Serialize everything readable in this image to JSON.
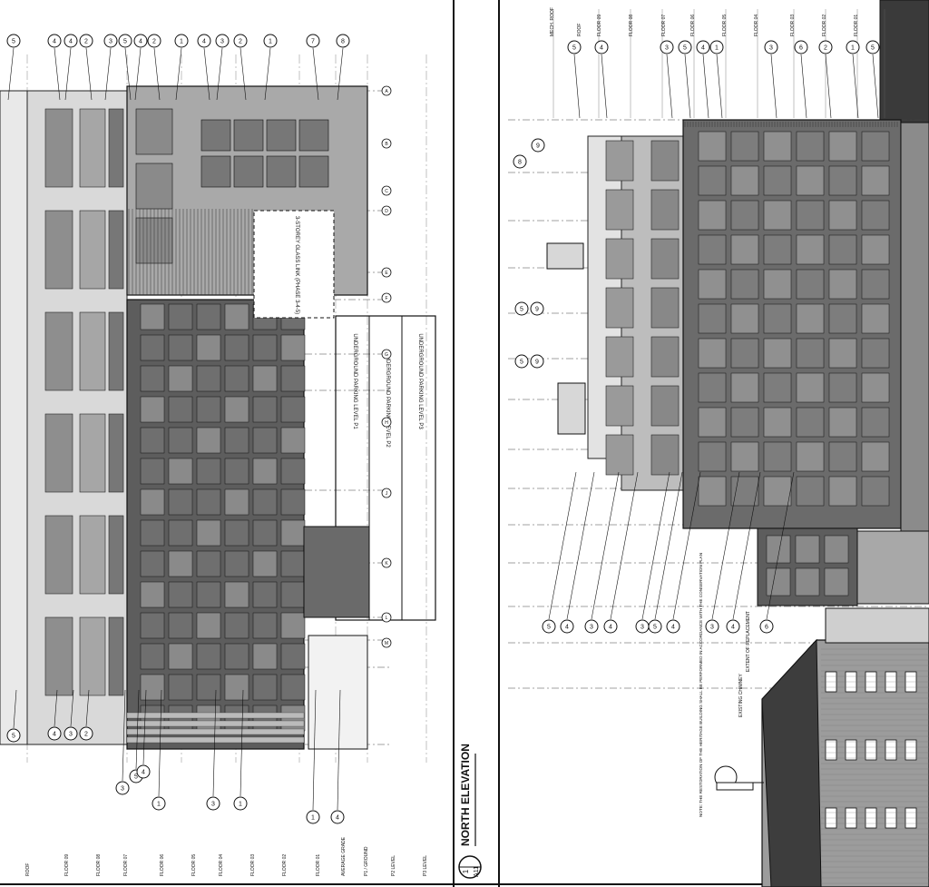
{
  "drawing": {
    "title": "NORTH ELEVATION",
    "ref_number": "1",
    "ref_sheet": "A11"
  },
  "left_elevation": {
    "tag_callouts_top": [
      "5",
      "4",
      "4",
      "2",
      "3",
      "5",
      "4",
      "2",
      "1",
      "4",
      "3",
      "2",
      "1",
      "7",
      "8"
    ],
    "tag_callouts_bottom": [
      "5",
      "4",
      "3",
      "2",
      "3",
      "5",
      "4",
      "1",
      "3",
      "1",
      "1",
      "4"
    ],
    "floor_labels": [
      "ROOF",
      "FLOOR 09",
      "FLOOR 08",
      "FLOOR 07",
      "FLOOR 06",
      "FLOOR 05",
      "FLOOR 04",
      "FLOOR 03",
      "FLOOR 02",
      "FLOOR 01",
      "AVERAGE GRADE",
      "P1 / GROUND",
      "P2 LEVEL",
      "P3 LEVEL"
    ],
    "notes": {
      "link": "3-STOREY GLASS LINK (PHASE 3-4-5)",
      "parking1": "UNDERGROUND PARKING LEVEL P1",
      "parking2": "UNDERGROUND PARKING LEVEL P2",
      "parking3": "UNDERGROUND PARKING LEVEL P3"
    },
    "grid_marks": [
      "A",
      "B",
      "C",
      "D",
      "E",
      "F",
      "G",
      "H",
      "J",
      "K",
      "L",
      "M"
    ]
  },
  "right_elevation": {
    "floor_labels": [
      "MECH. ROOF",
      "ROOF",
      "FLOOR 09",
      "FLOOR 08",
      "FLOOR 07",
      "FLOOR 06",
      "FLOOR 05",
      "FLOOR 04",
      "FLOOR 03",
      "FLOOR 02",
      "FLOOR 01"
    ],
    "tag_callouts_top": [
      "5",
      "4",
      "3",
      "5",
      "4",
      "1",
      "3",
      "6",
      "2",
      "1",
      "5"
    ],
    "tag_callouts_bottom": [
      "5",
      "4",
      "3",
      "4",
      "3",
      "5",
      "4",
      "3",
      "4",
      "6"
    ],
    "tag_callouts_mid": [
      "9",
      "8",
      "5",
      "9",
      "5",
      "9"
    ],
    "notes": {
      "existing_line": "EXISTING CHIMNEY",
      "extent": "EXTENT OF REPLACEMENT",
      "heritage": "NOTE: THE RESTORATION OF THE HERITAGE BUILDING SHALL BE PERFORMED IN ACCORDANCE WITH THE CONSERVATION PLAN"
    }
  },
  "colors": {
    "ink": "#111111",
    "glass": "#7a7a7a",
    "glass_dark": "#4d4d4d",
    "panel": "#cfcfcf",
    "brick": "#9c9c9c"
  }
}
